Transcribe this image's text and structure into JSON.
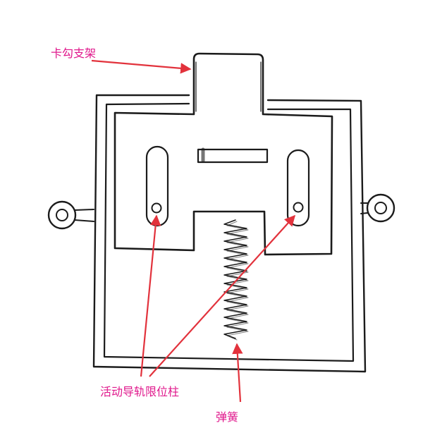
{
  "labels": {
    "hook_bracket": "卡勾支架",
    "guide_rail_limit_post": "活动导轨限位柱",
    "spring": "弹簧"
  },
  "colors": {
    "label_text": "#e0188c",
    "arrow": "#e2323c",
    "ink": "#1b1b1b",
    "background": "#ffffff"
  },
  "icons": {
    "mounting_eye": "circle-ring-icon",
    "spring": "coil-spring-icon"
  }
}
